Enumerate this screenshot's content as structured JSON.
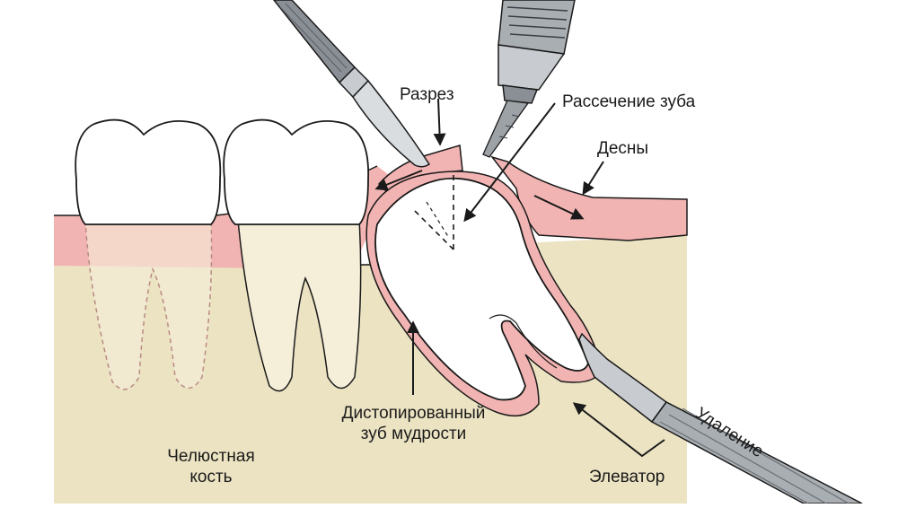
{
  "labels": {
    "incision": "Разрез",
    "tooth_sectioning": "Рассечение зуба",
    "gums": "Десны",
    "impacted_tooth_line1": "Дистопированный",
    "impacted_tooth_line2": "зуб мудрости",
    "jaw_bone_line1": "Челюстная",
    "jaw_bone_line2": "кость",
    "removal": "Удаление",
    "elevator": "Элеватор"
  },
  "colors": {
    "bone": "#ece3c3",
    "gum": "#f2b4b2",
    "gum_edge": "#e89a98",
    "tooth": "#ffffff",
    "root_visible": "#f5efd9",
    "outline": "#1a1a1a",
    "instrument": "#c8ccd0",
    "instrument_dark": "#8a8f95"
  },
  "icons": [
    "scalpel-icon",
    "dental-drill-icon",
    "dental-elevator-icon"
  ]
}
